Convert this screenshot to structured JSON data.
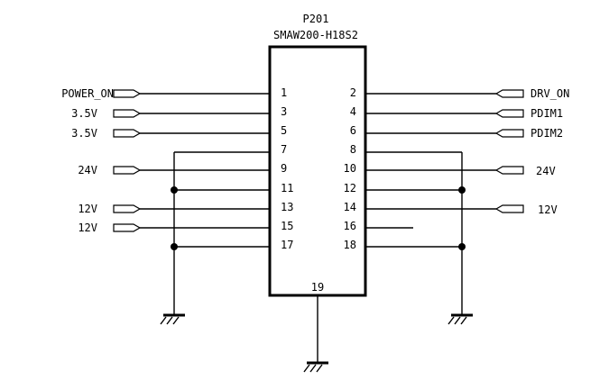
{
  "component": {
    "ref": "P201",
    "part": "SMAW200-H18S2"
  },
  "pins_left": [
    {
      "num": "1"
    },
    {
      "num": "3"
    },
    {
      "num": "5"
    },
    {
      "num": "7"
    },
    {
      "num": "9"
    },
    {
      "num": "11"
    },
    {
      "num": "13"
    },
    {
      "num": "15"
    },
    {
      "num": "17"
    }
  ],
  "pins_right": [
    {
      "num": "2"
    },
    {
      "num": "4"
    },
    {
      "num": "6"
    },
    {
      "num": "8"
    },
    {
      "num": "10"
    },
    {
      "num": "12"
    },
    {
      "num": "14"
    },
    {
      "num": "16"
    },
    {
      "num": "18"
    }
  ],
  "pin_bottom": {
    "num": "19"
  },
  "nets_left": {
    "power_on": "POWER_ON",
    "v35_a": "3.5V",
    "v35_b": "3.5V",
    "v24": "24V",
    "v12_a": "12V",
    "v12_b": "12V"
  },
  "nets_right": {
    "drv_on": "DRV_ON",
    "pdim1": "PDIM1",
    "pdim2": "PDIM2",
    "v24": "24V",
    "v12": "12V"
  }
}
